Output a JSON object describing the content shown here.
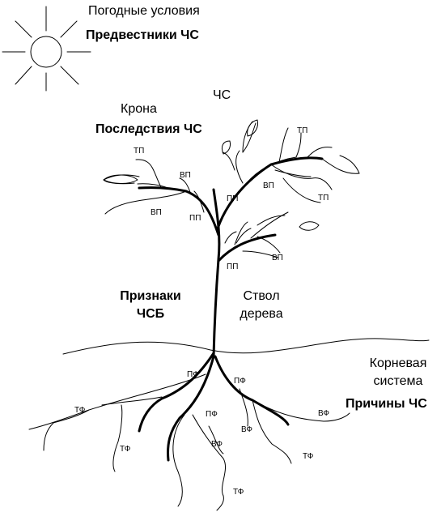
{
  "sun_labels": {
    "weather": "Погодные условия",
    "precursors": "Предвестники ЧС"
  },
  "crown_labels": {
    "es": "ЧС",
    "crown": "Крона",
    "consequences": "Последствия ЧС"
  },
  "trunk_labels": {
    "signs_line1": "Признаки",
    "signs_line2": "ЧСБ",
    "trunk_line1": "Ствол",
    "trunk_line2": "дерева"
  },
  "root_labels": {
    "root_line1": "Корневая",
    "root_line2": "система",
    "causes": "Причины ЧС"
  },
  "branch_tags": {
    "tp1": "ТП",
    "vp1": "ВП",
    "vp2": "ВП",
    "pp1": "ПП",
    "tp2": "ТП",
    "pp2": "ПП",
    "vp3": "ВП",
    "tp3": "ТП",
    "pp3": "ПП",
    "vp4": "ВП"
  },
  "root_tags": {
    "pf1": "ПФ",
    "pf2": "ПФ",
    "pf3": "ПФ",
    "tf1": "ТФ",
    "tf2": "ТФ",
    "vf1": "ВФ",
    "vf2": "ВФ",
    "vf3": "ВФ",
    "tf3": "ТФ",
    "tf4": "ТФ"
  }
}
